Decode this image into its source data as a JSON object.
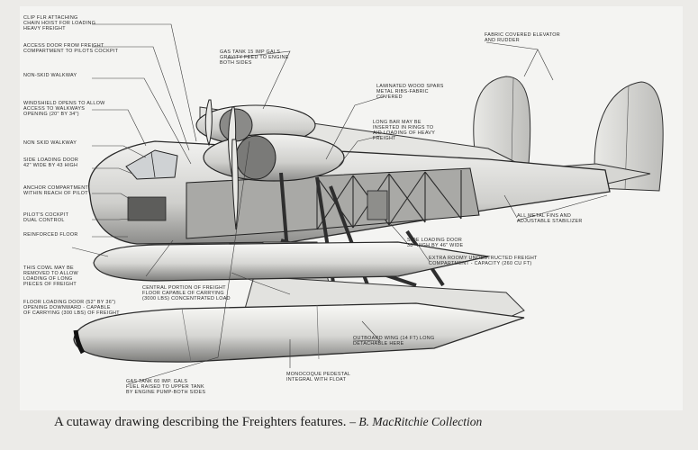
{
  "figure": {
    "labels": {
      "clip_fin": [
        "CLIP FLR ATTACHING",
        "CHAIN HOIST FOR LOADING",
        "HEAVY FREIGHT"
      ],
      "access_door": [
        "ACCESS DOOR FROM FREIGHT",
        "COMPARTMENT TO PILOTS COCKPIT"
      ],
      "non_skid_top": [
        "NON-SKID WALKWAY"
      ],
      "windshield": [
        "WINDSHIELD OPENS TO ALLOW",
        "ACCESS TO WALKWAYS",
        "OPENING (20\" BY 34\")"
      ],
      "non_skid_side": [
        "NON SKID WALKWAY"
      ],
      "side_door_left": [
        "SIDE LOADING DOOR",
        "42\" WIDE BY 43 HIGH"
      ],
      "anchor": [
        "ANCHOR COMPARTMENT",
        "WITHIN REACH OF PILOT"
      ],
      "pilot_control": [
        "PILOT'S COCKPIT",
        "DUAL CONTROL"
      ],
      "reinforced_floor": [
        "REINFORCED FLOOR"
      ],
      "cowl": [
        "THIS COWL MAY BE",
        "REMOVED TO ALLOW",
        "LOADING OF LONG",
        "PIECES OF FREIGHT"
      ],
      "floor_door": [
        "FLOOR LOADING DOOR (52\" BY 36\")",
        "OPENING DOWNWARD - CAPABLE",
        "OF CARRYING (300 LBS) OF FREIGHT"
      ],
      "gas_tank_top": [
        "GAS TANK 15 IMP GALS",
        "GRAVITY FEED TO ENGINE",
        "BOTH SIDES"
      ],
      "laminated": [
        "LAMINATED WOOD SPARS",
        "METAL RIBS-FABRIC",
        "COVERED"
      ],
      "long_bar": [
        "LONG BAR MAY BE",
        "INSERTED IN RINGS TO",
        "AID LOADING OF HEAVY",
        "FREIGHT"
      ],
      "fabric_elevator": [
        "FABRIC COVERED ELEVATOR",
        "AND RUDDER"
      ],
      "metal_fins": [
        "ALL METAL FINS AND",
        "ADJUSTABLE STABILIZER"
      ],
      "side_door_right": [
        "SIDE LOADING DOOR",
        "38\" HIGH BY 46\" WIDE"
      ],
      "extra_room": [
        "EXTRA ROOMY UNOBSTRUCTED FREIGHT",
        "COMPARTMENT - CAPACITY (260 CU FT)"
      ],
      "central_floor": [
        "CENTRAL PORTION OF FREIGHT",
        "FLOOR CAPABLE OF CARRYING",
        "(3000 LBS) CONCENTRATED LOAD"
      ],
      "outboard_wing": [
        "OUTBOARD WING (14 FT) LONG",
        "DETACHABLE HERE"
      ],
      "pedestal": [
        "MONOCOQUE PEDESTAL",
        "INTEGRAL WITH FLOAT"
      ],
      "gas_tank_bottom": [
        "GAS TANK 60 IMP. GALS",
        "FUEL RAISED TO UPPER TANK",
        "BY ENGINE PUMP-BOTH SIDES"
      ]
    }
  },
  "caption": {
    "text": "A cutaway drawing describing the Freighters features.",
    "credit": "– B. MacRitchie Collection"
  }
}
